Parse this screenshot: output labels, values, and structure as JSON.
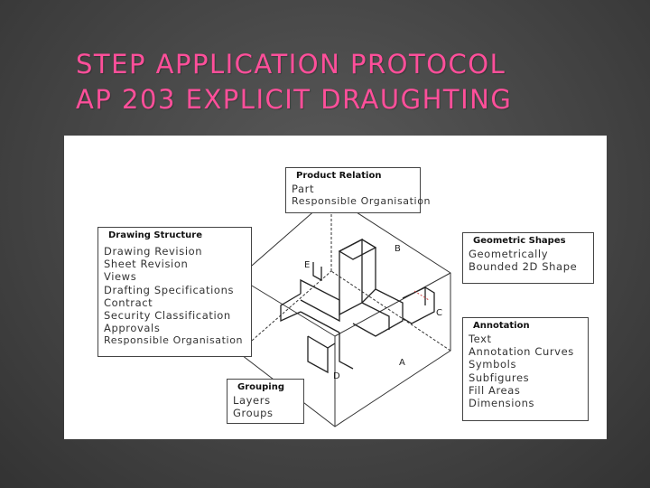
{
  "title": {
    "line1": "STEP APPLICATION PROTOCOL",
    "line2": "AP 203 EXPLICIT DRAUGHTING"
  },
  "colors": {
    "title": "#ff4f9a",
    "background": "#454545",
    "figure_bg": "#ffffff"
  },
  "diagram": {
    "product_relation": {
      "title": "Product Relation",
      "items": [
        "Part",
        "Responsible Organisation"
      ]
    },
    "drawing_structure": {
      "title": "Drawing Structure",
      "items": [
        "Drawing Revision",
        "Sheet Revision",
        "Views",
        "Drafting Specifications",
        "Contract",
        "Security Classification",
        "Approvals",
        "Responsible Organisation"
      ]
    },
    "geometric_shapes": {
      "title": "Geometric Shapes",
      "items": [
        "Geometrically",
        "Bounded 2D Shape"
      ]
    },
    "annotation": {
      "title": "Annotation",
      "items": [
        "Text",
        "Annotation Curves",
        "Symbols",
        "Subfigures",
        "Fill Areas",
        "Dimensions"
      ]
    },
    "grouping": {
      "title": "Grouping",
      "items": [
        "Layers",
        "Groups"
      ]
    },
    "corner_labels": {
      "a": "A",
      "b": "B",
      "c": "C",
      "d": "D",
      "e": "E"
    }
  }
}
